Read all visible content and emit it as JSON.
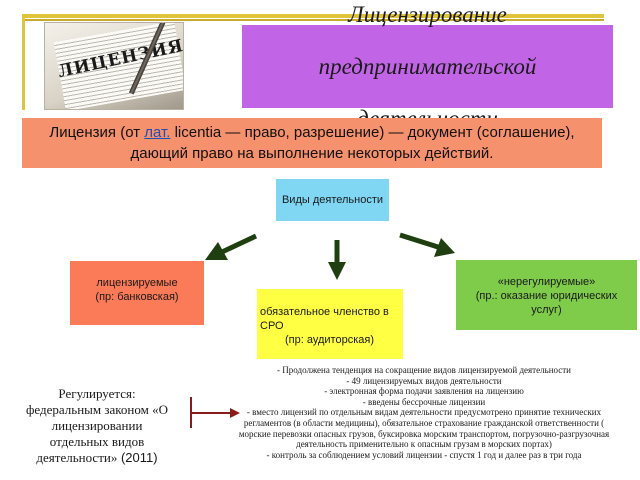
{
  "header": {
    "photo_stamp": "ЛИЦЕНЗИЯ",
    "title_lines": [
      "Лицензирование",
      "предпринимательской",
      "деятельности"
    ]
  },
  "definition": {
    "before_link": "Лицензия (от ",
    "link": "лат.",
    "after_link": " licentia — право, разрешение) — документ (соглашение),",
    "line2": "дающий право на выполнение некоторых действий."
  },
  "diagram": {
    "top": "Виды деятельности",
    "left": {
      "line1": "лицензируемые",
      "line2": "(пр: банковская)"
    },
    "middle": {
      "line1": "обязательное членство в",
      "line2": "СРО",
      "line3": "(пр: аудиторская)"
    },
    "right": {
      "line1": "«нерегулируемые»",
      "line2": "(пр.: оказание юридических",
      "line3": "услуг)"
    }
  },
  "regulation": {
    "lines": [
      "Регулируется:",
      "федеральным законом «О",
      "лицензировании",
      "отдельных видов"
    ],
    "last_line_text": "деятельности»",
    "year": " (2011)"
  },
  "notes": [
    "- Продолжена тенденция на сокращение видов лицензируемой деятельности",
    "- 49 лицензируемых видов деятельности",
    "- электронная форма подачи заявления на лицензию",
    "- введены бессрочные лицензии",
    "- вместо лицензий по отдельным видам деятельности предусмотрено принятие технических",
    "регламентов (в области медицины), обязательное страхование гражданской ответственности  (",
    "морские перевозки опасных грузов, буксировка морским транспортом, погрузочно-разгрузочная",
    "деятельность применительно к опасным грузам в морских портах)",
    "- контроль за соблюдением условий лицензии - спустя 1 год и далее раз в три года"
  ],
  "colors": {
    "title_bg": "#c264e6",
    "definition_bg": "#f6916e",
    "top_node": "#7fd7f4",
    "left_node": "#fb7a57",
    "middle_node": "#ffff44",
    "right_node": "#7fcc4a",
    "link": "#1f4fb5"
  }
}
